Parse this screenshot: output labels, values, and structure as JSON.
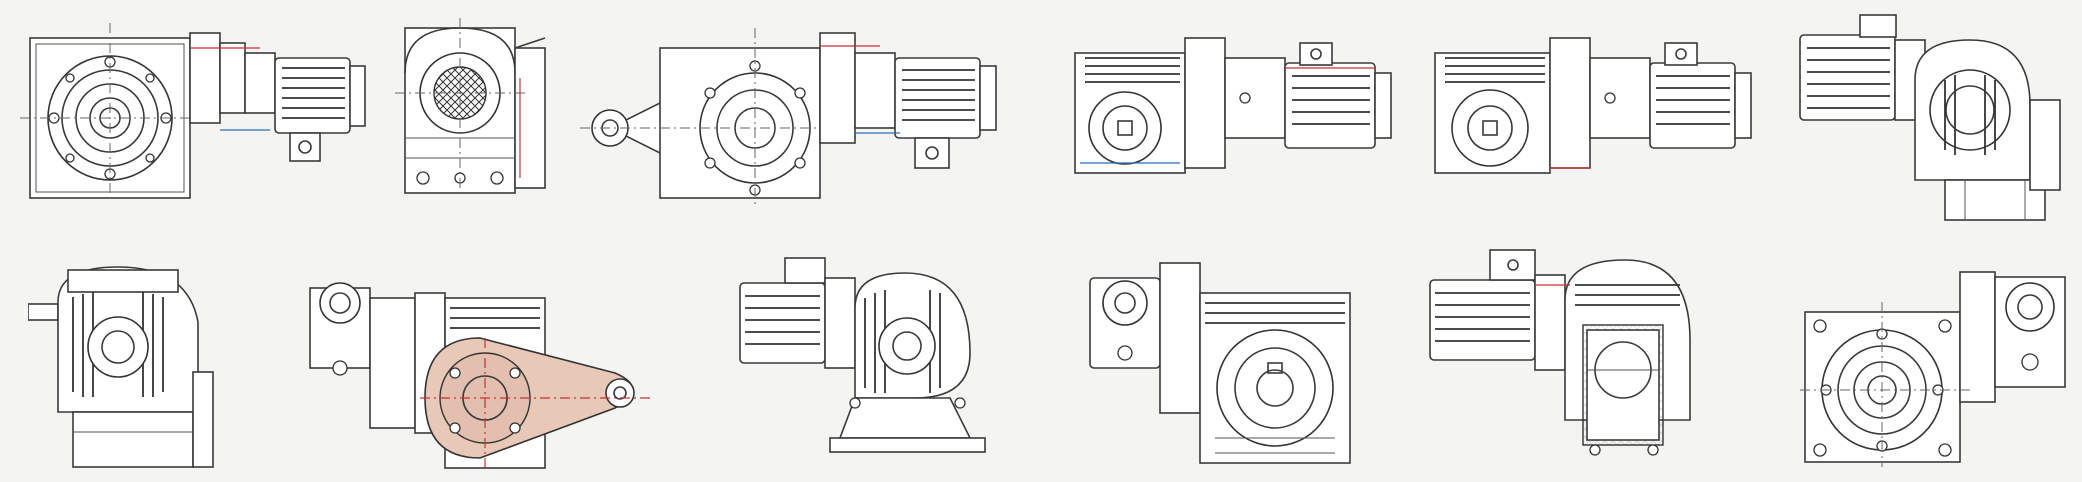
{
  "sheet": {
    "background": "#f4f4f2",
    "line_color": "#3a3a3a",
    "accent_red": "#c83232",
    "accent_blue": "#2f6fb0",
    "highlight_fill": "#e8c9b8"
  },
  "drawings": [
    {
      "name": "gearbox-front-flange-motor-right",
      "row": 1
    },
    {
      "name": "gearbox-side-hatched-shaft",
      "row": 1
    },
    {
      "name": "gearbox-torque-arm-motor-right",
      "row": 1
    },
    {
      "name": "gearbox-ribbed-motor-right-a",
      "row": 1
    },
    {
      "name": "gearbox-ribbed-motor-right-b",
      "row": 1
    },
    {
      "name": "gearbox-motor-left-top",
      "row": 1
    },
    {
      "name": "gearbox-ribbed-shaft-left",
      "row": 2
    },
    {
      "name": "gearbox-highlighted-torque-arm",
      "row": 2
    },
    {
      "name": "gearbox-foot-mounted-motor-left",
      "row": 2
    },
    {
      "name": "gearbox-keyway-front-motor-top",
      "row": 2
    },
    {
      "name": "gearbox-motor-left-square-housing",
      "row": 2
    },
    {
      "name": "gearbox-flanged-front-motor-top",
      "row": 2
    }
  ]
}
